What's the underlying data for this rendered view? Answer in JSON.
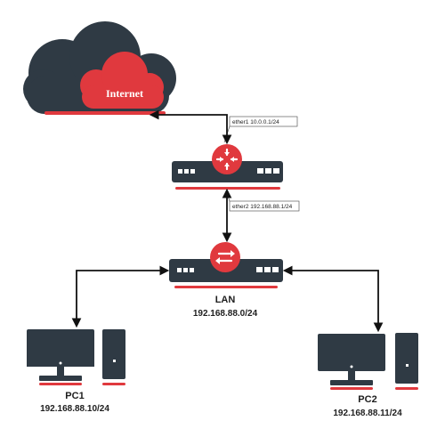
{
  "colors": {
    "dark": "#2f3a44",
    "red": "#e0393e",
    "line": "#111111",
    "screen": "#3b4650"
  },
  "cloud": {
    "label": "Internet"
  },
  "router": {
    "icon": "router-icon",
    "ether1_label": "ether1 10.0.0.1/24",
    "ether2_label": "ether2 192.168.88.1/24"
  },
  "switch": {
    "icon": "switch-icon",
    "title": "LAN",
    "subnet": "192.168.88.0/24"
  },
  "pc1": {
    "name": "PC1",
    "ip": "192.168.88.10/24"
  },
  "pc2": {
    "name": "PC2",
    "ip": "192.168.88.11/24"
  }
}
